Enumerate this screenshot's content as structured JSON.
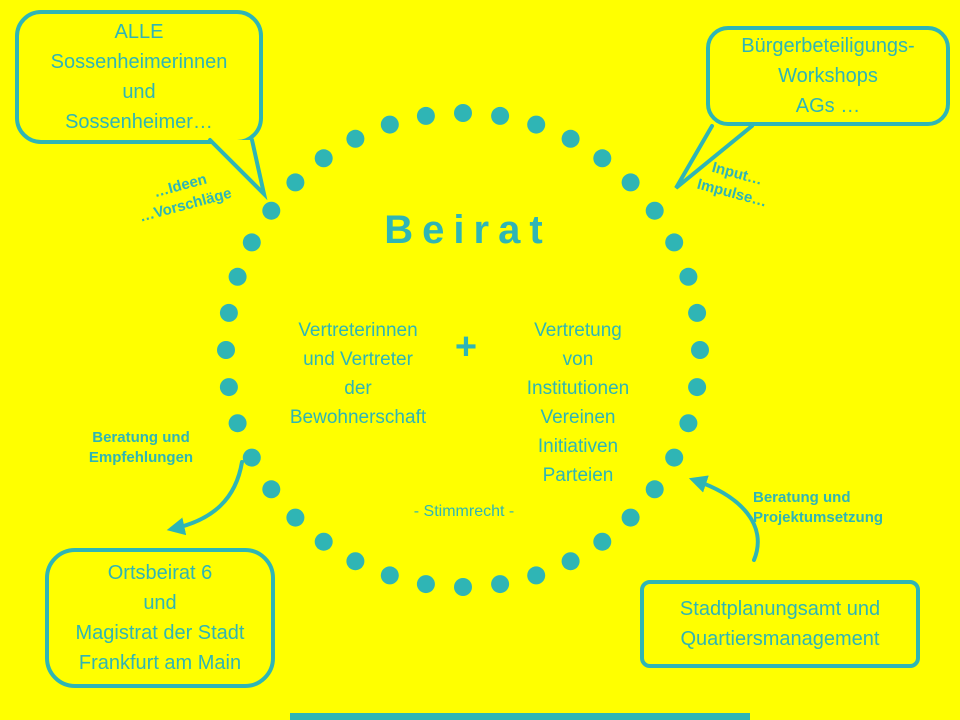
{
  "colors": {
    "background": "#FFFF00",
    "accent": "#2FB5B5"
  },
  "circle": {
    "title": "Beirat",
    "members_left": [
      "Vertreterinnen",
      "und Vertreter",
      "der",
      "Bewohnerschaft"
    ],
    "plus_sign": "+",
    "members_right": [
      "Vertretung",
      "von",
      "Institutionen",
      "Vereinen",
      "Initiativen",
      "Parteien"
    ],
    "voting_note": "- Stimmrecht -"
  },
  "callouts": {
    "top_left": [
      "ALLE",
      "Sossenheimerinnen",
      "und",
      "Sossenheimer…"
    ],
    "top_right": [
      "Bürgerbeteiligungs-",
      "Workshops",
      "AGs …"
    ],
    "bottom_left": [
      "Ortsbeirat 6",
      "und",
      "Magistrat der Stadt",
      "Frankfurt am Main"
    ],
    "bottom_right": [
      "Stadtplanungsamt und",
      "Quartiersmanagement"
    ]
  },
  "flow_labels": {
    "ideas": [
      "…Ideen",
      "…Vorschläge"
    ],
    "input": [
      "Input…",
      "Impulse…"
    ],
    "advice_left": [
      "Beratung und",
      "Empfehlungen"
    ],
    "advice_right": [
      "Beratung und",
      "Projektumsetzung"
    ]
  }
}
